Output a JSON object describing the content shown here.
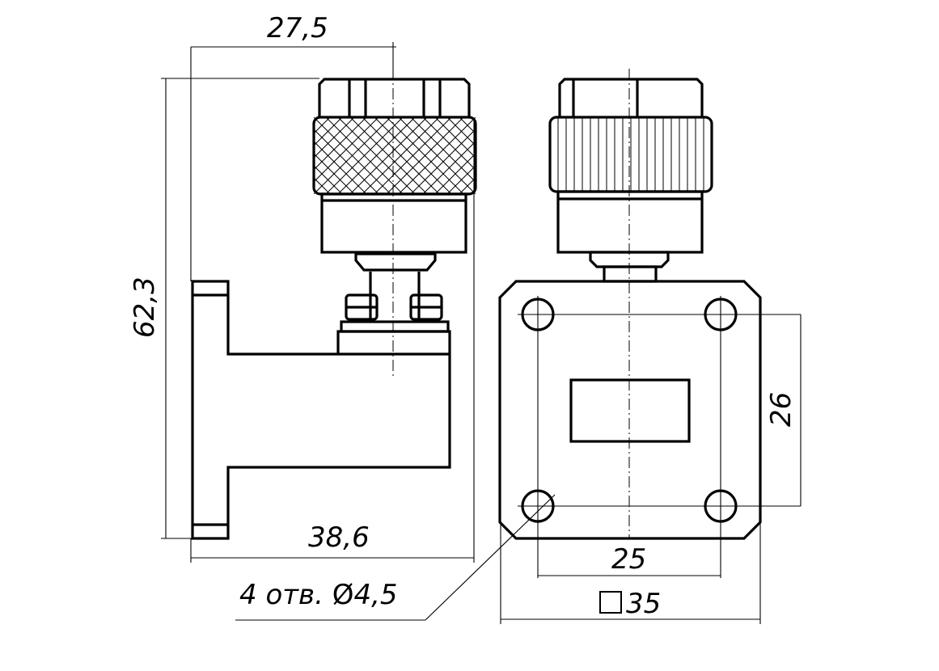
{
  "dimensions": {
    "top_width": "27,5",
    "height": "62,3",
    "length": "38,6",
    "hole_spacing_v": "26",
    "hole_spacing_h": "25",
    "flange_size": "35"
  },
  "callout": {
    "holes": "4 отв. ",
    "diameter_symbol": "Ø",
    "diameter_value": "4,5"
  }
}
